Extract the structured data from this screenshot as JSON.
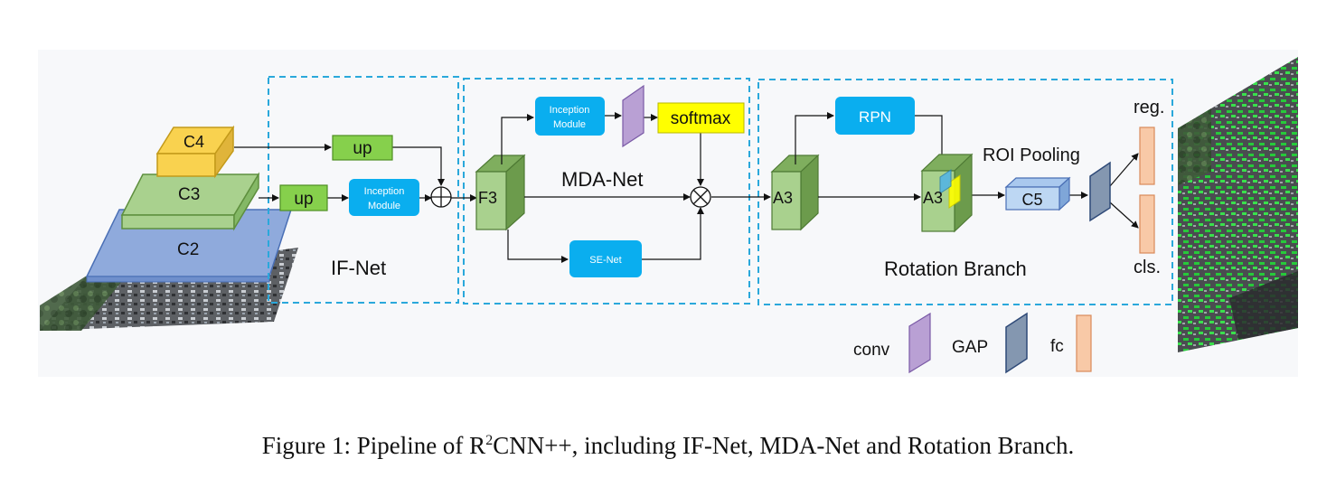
{
  "blocks": {
    "c4": "C4",
    "c3": "C3",
    "c2": "C2",
    "up_top": "up",
    "up_bottom": "up",
    "inception_1": [
      "Inception",
      "Module"
    ],
    "inception_2": [
      "Inception",
      "Module"
    ],
    "softmax": "softmax",
    "se_net": "SE-Net",
    "f3": "F3",
    "a3_left": "A3",
    "a3_right": "A3",
    "rpn": "RPN",
    "c5": "C5",
    "roi_pooling": "ROI Pooling",
    "reg": "reg.",
    "cls": "cls."
  },
  "sections": {
    "if_net": "IF-Net",
    "mda_net": "MDA-Net",
    "rotation_branch": "Rotation Branch"
  },
  "legend": {
    "conv": "conv",
    "gap": "GAP",
    "fc": "fc"
  },
  "caption": {
    "prefix": "Figure 1: Pipeline of R",
    "sup": "2",
    "suffix": "CNN++, including IF-Net, MDA-Net and Rotation Branch."
  },
  "colors": {
    "yellow": "#f9d24f",
    "green": "#a9d18e",
    "green_small": "#86d04c",
    "blue_layer": "#8faadc",
    "cyan": "#0aaeef",
    "softmax": "#ffff00",
    "purple": "#b9a0d4",
    "gap": "#8497b0",
    "fc": "#f8c9a7",
    "dashed": "#2aa8db"
  }
}
